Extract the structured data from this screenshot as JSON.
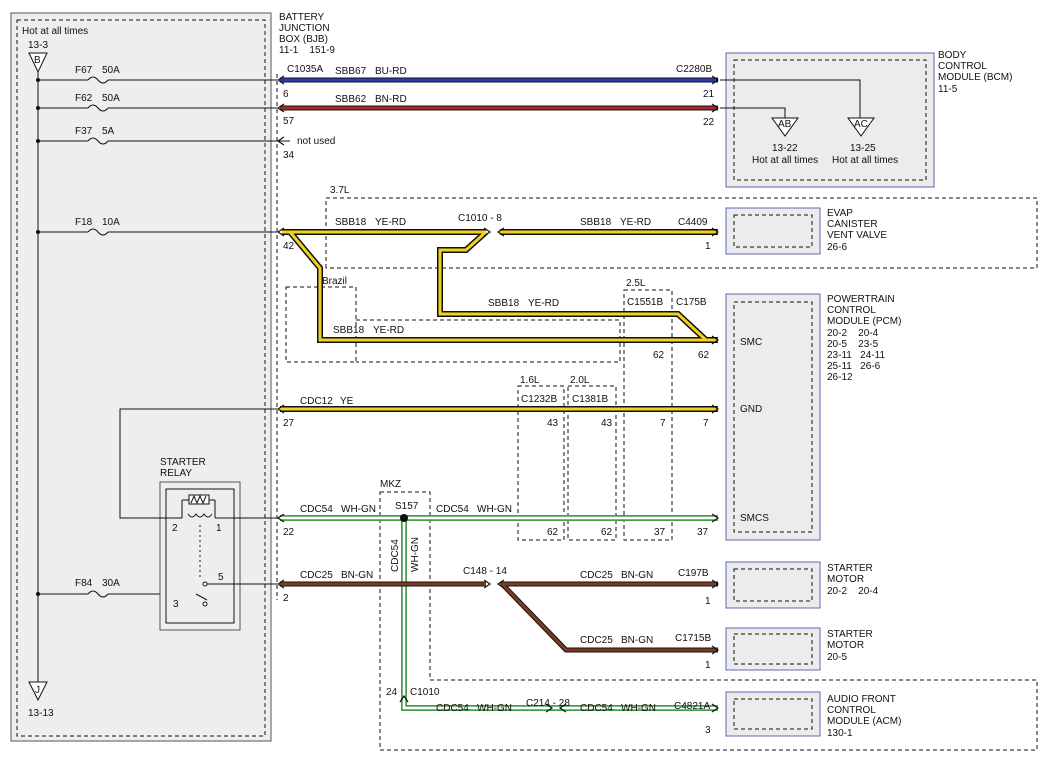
{
  "bjb": {
    "hot_label": "Hot at all times",
    "ref_top": "13-3",
    "ref_bottom": "13-13",
    "conn_top": "B",
    "conn_bottom": "J",
    "title1": "BATTERY",
    "title2": "JUNCTION",
    "title3": "BOX (BJB)",
    "title4": "11-1    151-9",
    "conn_c1035a": "C1035A"
  },
  "fuses": [
    {
      "name": "F67",
      "rating": "50A",
      "pin": "6"
    },
    {
      "name": "F62",
      "rating": "50A",
      "pin": "57"
    },
    {
      "name": "F37",
      "rating": "5A",
      "pin": "34",
      "note": "not used"
    },
    {
      "name": "F18",
      "rating": "10A",
      "pin": "42"
    },
    {
      "name": "F84",
      "rating": "30A",
      "pin": "2"
    }
  ],
  "bjb_pins": {
    "p27": "27",
    "p22": "22"
  },
  "relay": {
    "title1": "STARTER",
    "title2": "RELAY",
    "pin1": "1",
    "pin2": "2",
    "pin3": "3",
    "pin5": "5"
  },
  "circuits": {
    "sbb67": "SBB67",
    "sbb67_color": "BU-RD",
    "sbb62": "SBB62",
    "sbb62_color": "BN-RD",
    "sbb18": "SBB18",
    "sbb18_color": "YE-RD",
    "cdc12": "CDC12",
    "cdc12_color": "YE",
    "cdc54": "CDC54",
    "cdc54_color": "WH-GN",
    "cdc25": "CDC25",
    "cdc25_color": "BN-GN"
  },
  "connectors": {
    "c2280b": "C2280B",
    "c2280b_p21": "21",
    "c2280b_p22": "22",
    "c1010_8": "C1010 - 8",
    "c4409": "C4409",
    "c4409_pin": "1",
    "c1551b": "C1551B",
    "c175b": "C175B",
    "c1551b_pin": "62",
    "c175b_pin": "62",
    "c1232b": "C1232B",
    "c1232b_pin43": "43",
    "c1232b_pin62": "62",
    "c1381b": "C1381B",
    "c1381b_pin43": "43",
    "c1381b_pin62": "62",
    "pcm_pin7a": "7",
    "pcm_pin7b": "7",
    "pcm_pin37a": "37",
    "pcm_pin37b": "37",
    "c148_14": "C148 - 14",
    "c197b": "C197B",
    "c197b_pin": "1",
    "c1715b": "C1715B",
    "c1715b_pin": "1",
    "c1010": "C1010",
    "c1010_pin": "24",
    "c214_28": "C214 - 28",
    "c4821a": "C4821A",
    "c4821a_pin": "3"
  },
  "variants": {
    "v37l": "3.7L",
    "v25l": "2.5L",
    "v16l": "1.6L",
    "v20l": "2.0L",
    "brazil": "Brazil",
    "mkz": "MKZ"
  },
  "splice": "S157",
  "bcm": {
    "title1": "BODY",
    "title2": "CONTROL",
    "title3": "MODULE (BCM)",
    "ref": "11-5",
    "conn_ab": "AB",
    "conn_ac": "AC",
    "ab_ref": "13-22",
    "ac_ref": "13-25",
    "ab_hot": "Hot at all times",
    "ac_hot": "Hot at all times"
  },
  "evap": {
    "title1": "EVAP",
    "title2": "CANISTER",
    "title3": "VENT VALVE",
    "ref": "26-6"
  },
  "pcm": {
    "title1": "POWERTRAIN",
    "title2": "CONTROL",
    "title3": "MODULE (PCM)",
    "refs": [
      "20-2    20-4",
      "20-5    23-5",
      "23-11   24-11",
      "25-11   26-6",
      "26-12"
    ],
    "pin_smc": "SMC",
    "pin_gnd": "GND",
    "pin_smcs": "SMCS"
  },
  "starter1": {
    "title1": "STARTER",
    "title2": "MOTOR",
    "ref": "20-2    20-4"
  },
  "starter2": {
    "title1": "STARTER",
    "title2": "MOTOR",
    "ref": "20-5"
  },
  "acm": {
    "title1": "AUDIO FRONT",
    "title2": "CONTROL",
    "title3": "MODULE (ACM)",
    "ref": "130-1"
  },
  "colors": {
    "blue_wire": "#2a3db8",
    "red_wire": "#a52a2a",
    "yellow_wire": "#f2d21f",
    "brown_wire": "#7a3d20",
    "green_wire": "#4c9a4c",
    "module_fill": "#ececec",
    "module_border": "#5b6ab8"
  }
}
